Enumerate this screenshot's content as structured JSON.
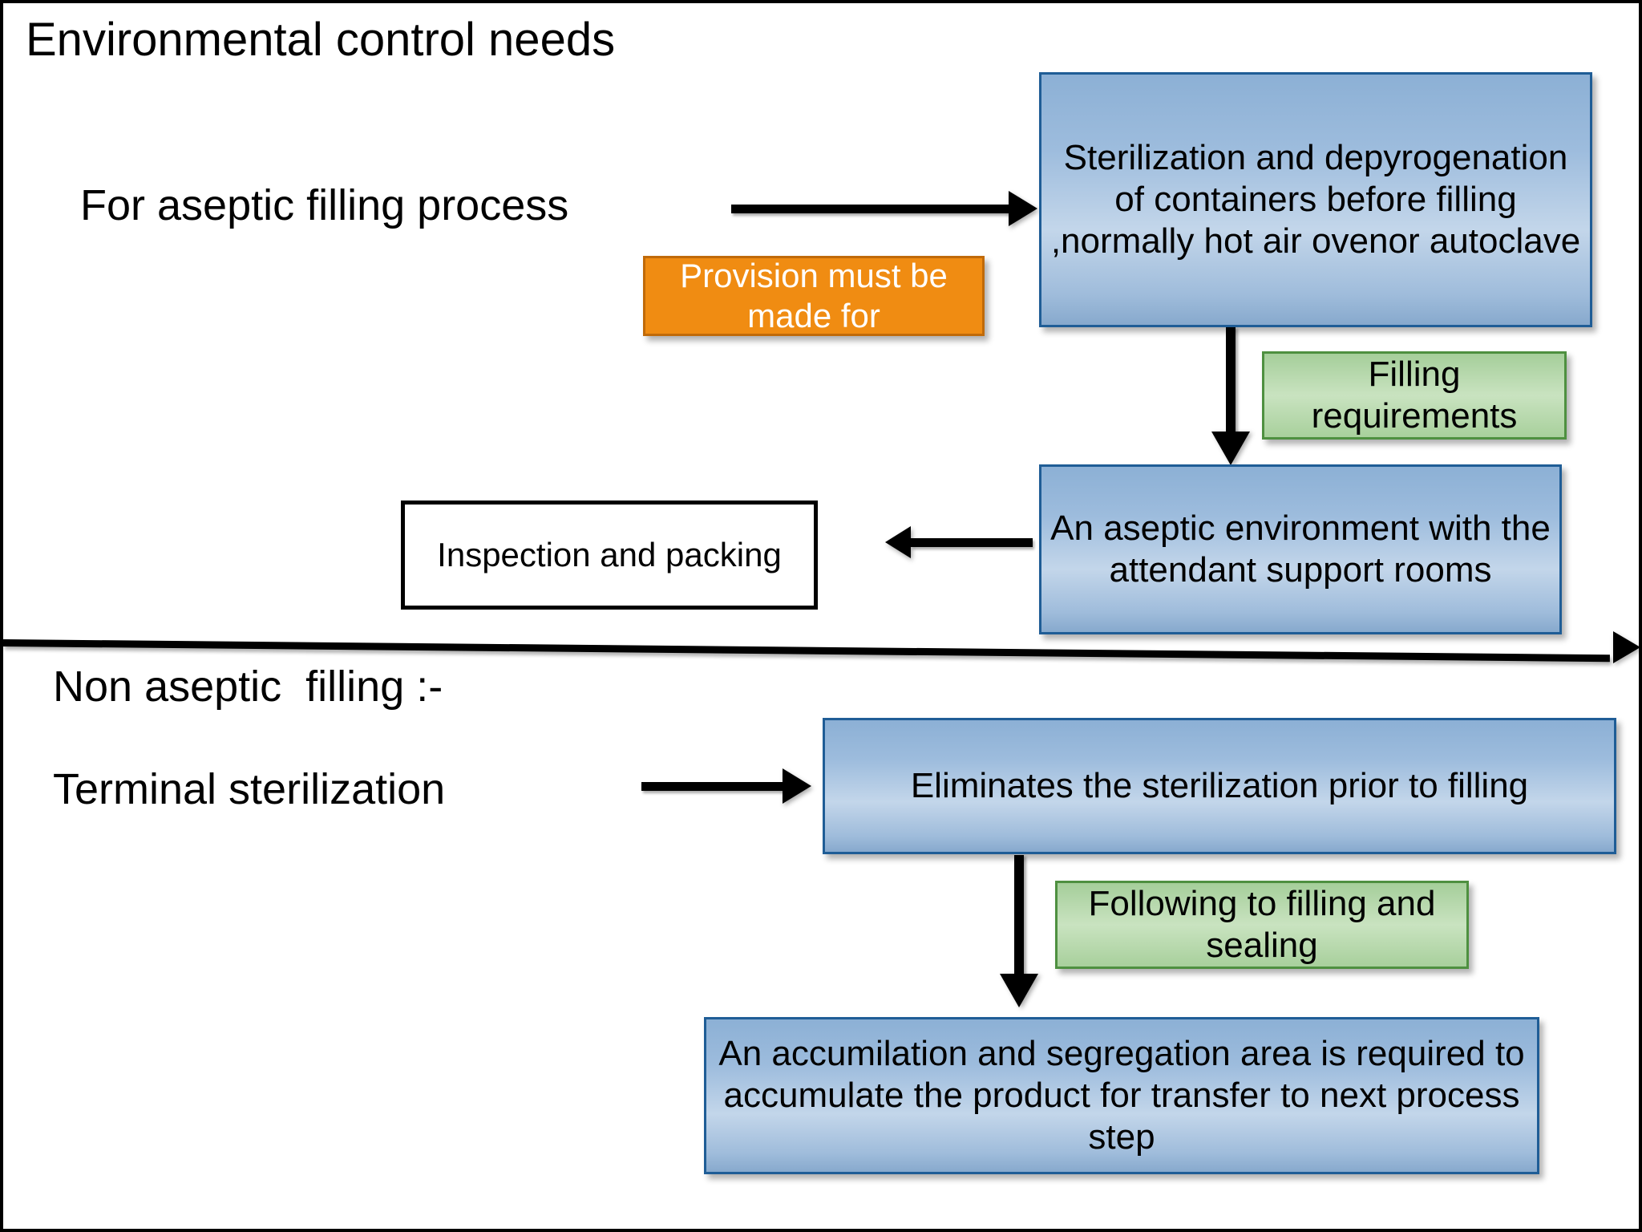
{
  "slide": {
    "title": "Environmental control needs",
    "labels": {
      "aseptic": "For aseptic filling process",
      "non_aseptic": "Non aseptic  filling :-",
      "terminal": "Terminal sterilization"
    },
    "boxes": {
      "sterilization": "Sterilization and depyrogenation of containers before filling ,normally hot air ovenor autoclave",
      "provision": "Provision must be made for",
      "filling_requirements": "Filling requirements",
      "aseptic_environment": "An aseptic environment with the attendant support rooms",
      "inspection": "Inspection and packing",
      "eliminates": "Eliminates the sterilization prior to filling",
      "following": "Following to filling and sealing",
      "accumulation": "An accumilation and segregation area is required to accumulate the product for transfer to next process step"
    },
    "colors": {
      "blue_fill_top": "#8cb0d5",
      "blue_fill_mid": "#c3d6ea",
      "blue_border": "#1f5d96",
      "green_fill": "#b8d9ae",
      "green_border": "#4e9040",
      "orange_fill": "#f08c12",
      "orange_border": "#c06a09",
      "orange_text": "#ffffff",
      "text": "#000000",
      "background": "#ffffff",
      "frame_border": "#000000"
    }
  }
}
